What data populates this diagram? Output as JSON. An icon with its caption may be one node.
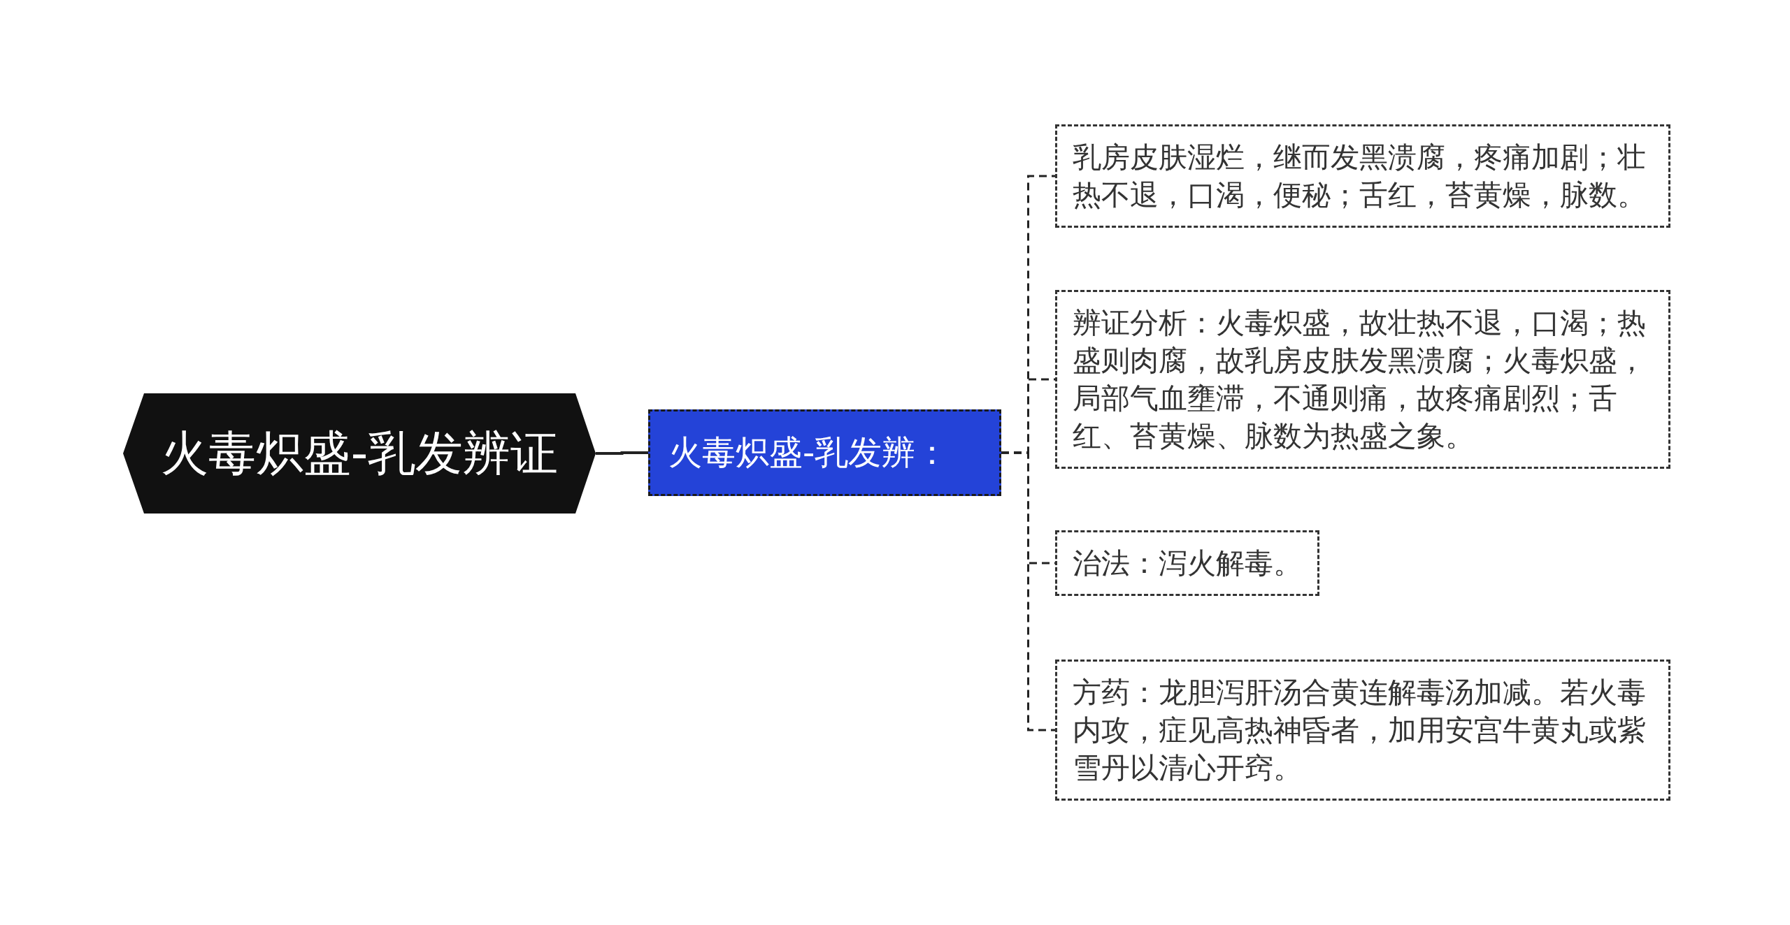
{
  "diagram": {
    "nodes": [
      {
        "text": [
          "火毒炽盛-乳发辨证"
        ]
      },
      {
        "text": [
          "火毒炽盛-乳发辨："
        ]
      },
      {
        "text": [
          "乳房皮肤湿烂，继而发黑溃腐，疼痛加剧；壮热不退，口渴，便秘；舌红，苔黄燥，脉数。"
        ]
      },
      {
        "text": [
          "辨证分析：火毒炽盛，故壮热不退，口渴；热盛则肉腐，故乳房皮肤发黑溃腐；火毒炽盛，局部气血壅滞，不通则痛，故疼痛剧烈；舌红、苔黄燥、脉数为热盛之象。"
        ]
      },
      {
        "text": [
          "治法：泻火解毒。"
        ]
      },
      {
        "text": [
          "方药：龙胆泻肝汤合黄连解毒汤加减。若火毒内攻，症见高热神昏者，加用安宫牛黄丸或紫雪丹以清心开窍。"
        ]
      }
    ],
    "edges": [
      {
        "from": 0,
        "to": 1,
        "arrow": "none"
      },
      {
        "from": 1,
        "to": 2,
        "arrow": "none",
        "style": "dashed"
      },
      {
        "from": 1,
        "to": 3,
        "arrow": "none",
        "style": "dashed"
      },
      {
        "from": 1,
        "to": 4,
        "arrow": "none",
        "style": "dashed"
      },
      {
        "from": 1,
        "to": 5,
        "arrow": "none",
        "style": "dashed"
      }
    ]
  }
}
